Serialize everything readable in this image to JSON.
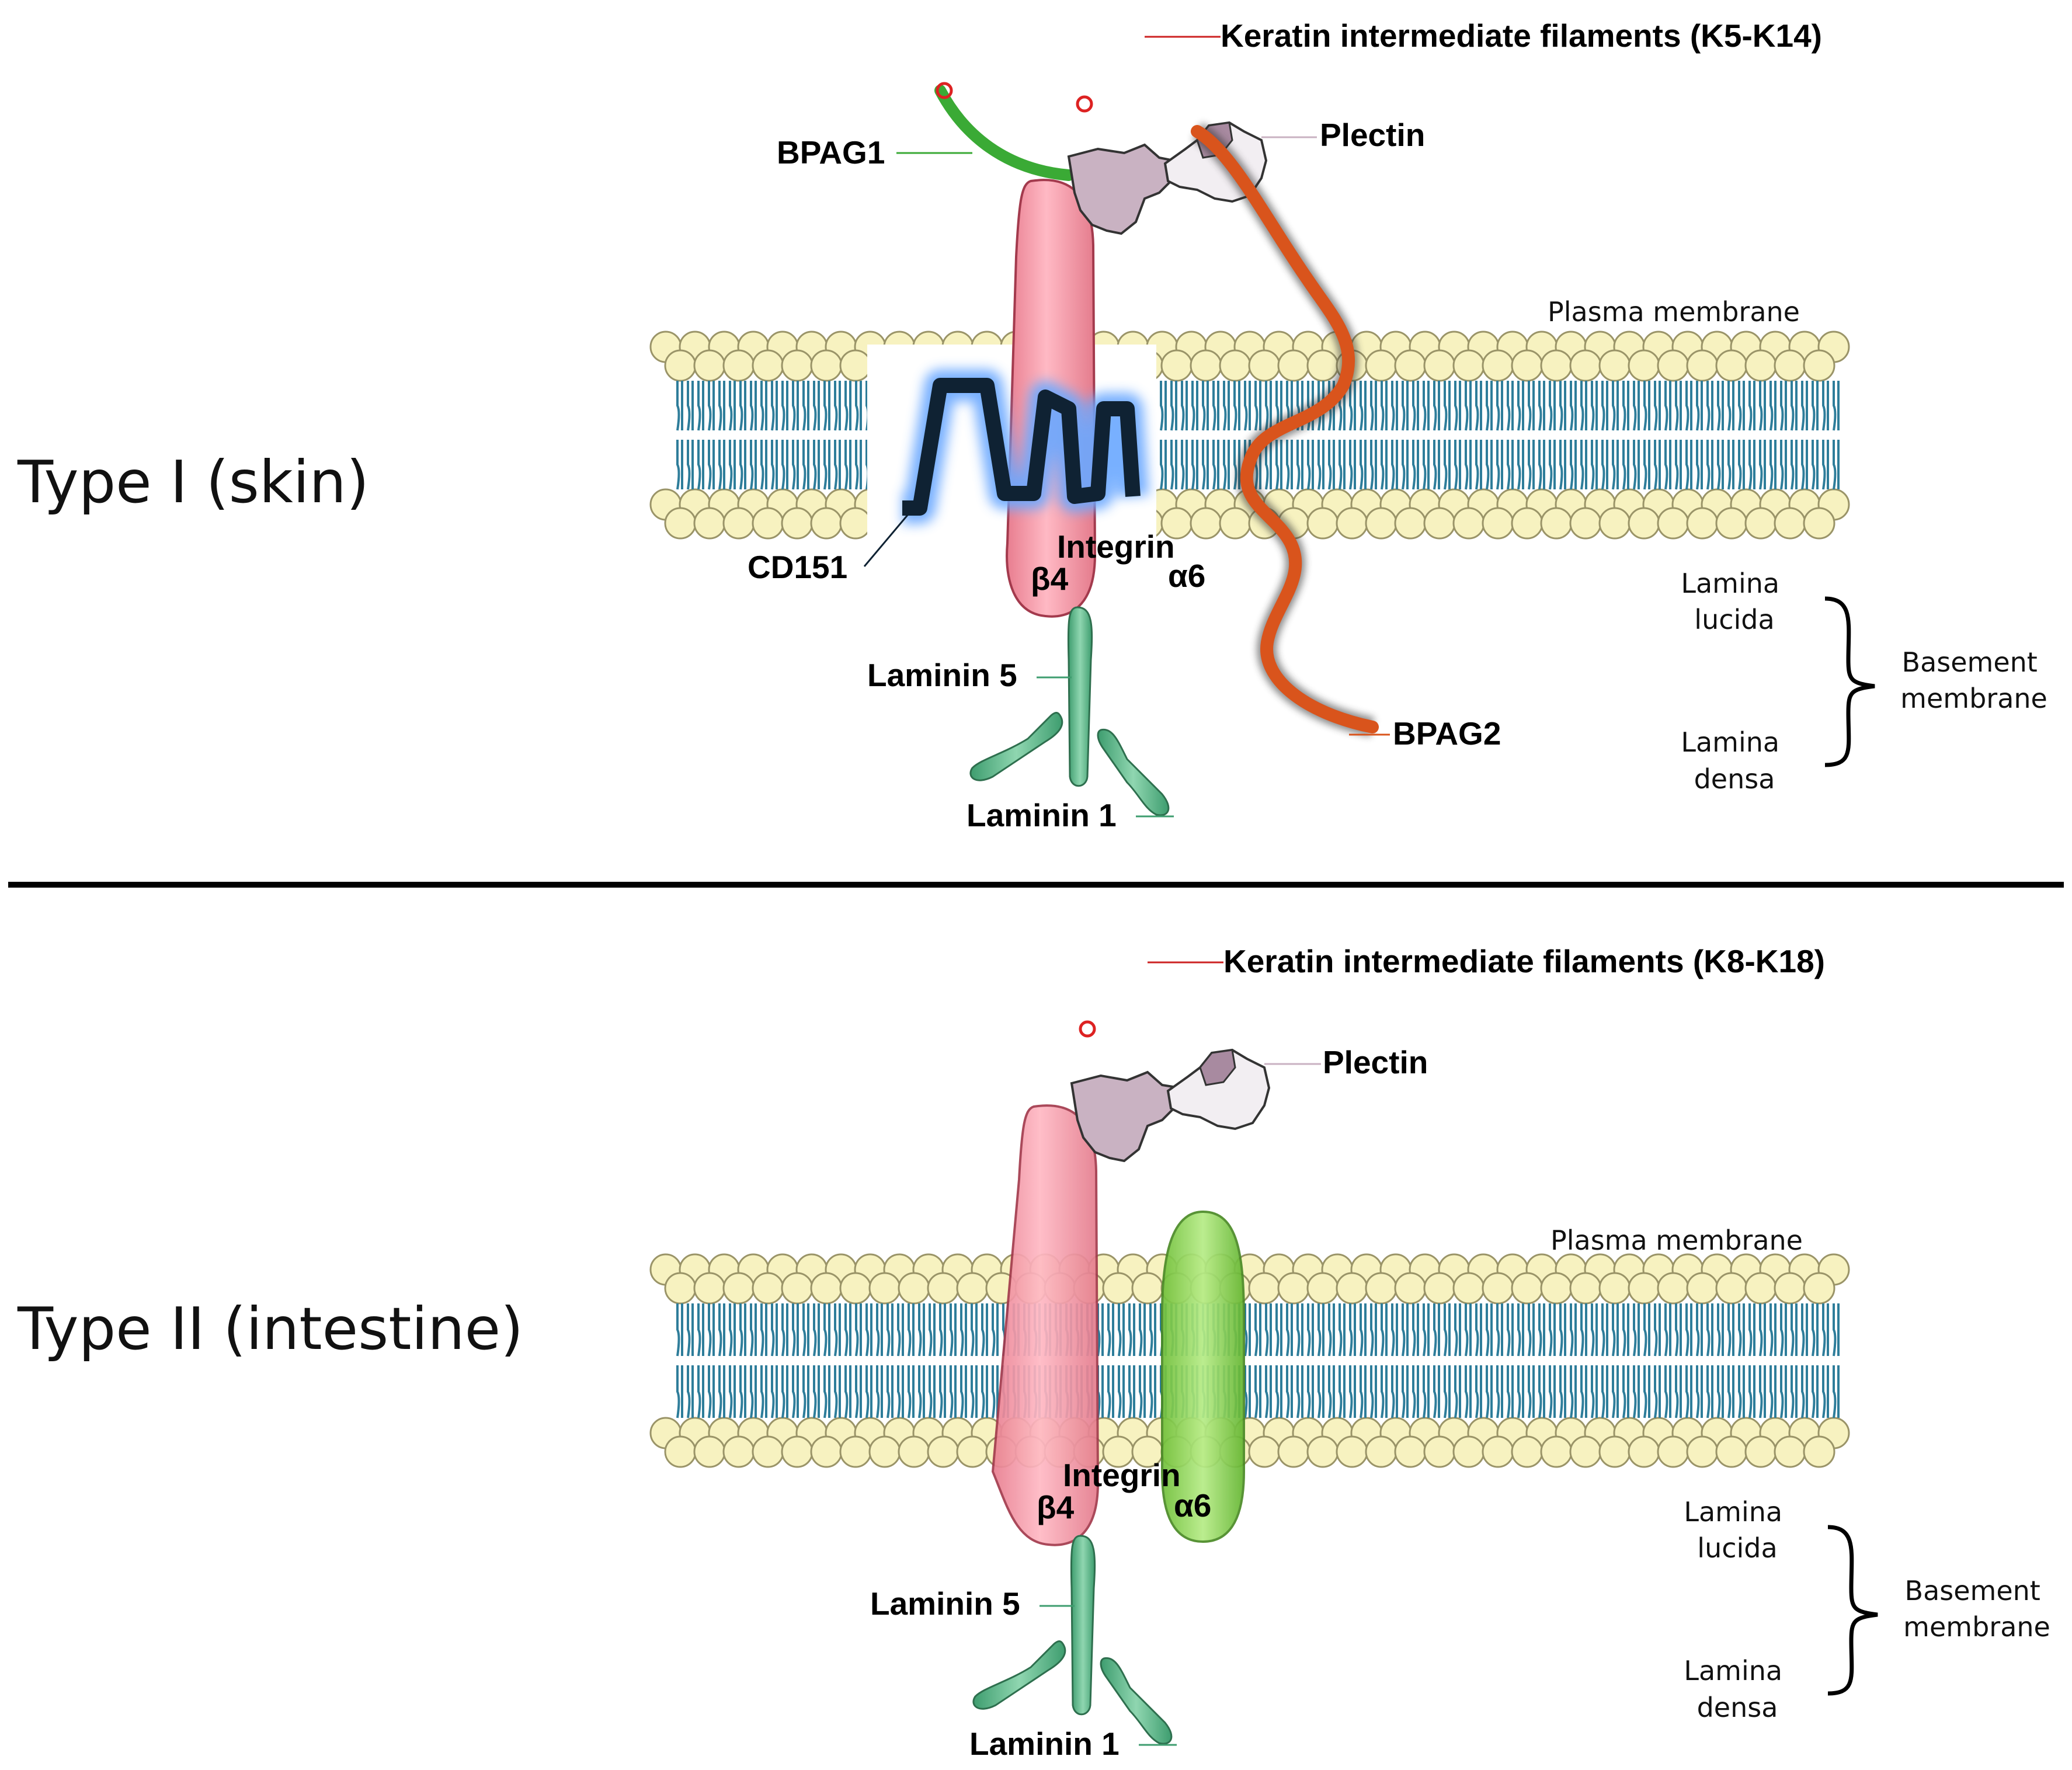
{
  "panels": [
    {
      "id": "type1",
      "title": "Type I (skin)",
      "keratin_label": "Keratin intermediate filaments (K5-K14)",
      "bpag1_label": "BPAG1",
      "plectin_label": "Plectin",
      "plasma_membrane_label": "Plasma membrane",
      "cd151_label": "CD151",
      "integrin_label": "Integrin",
      "beta4_label": "β4",
      "alpha6_label": "α6",
      "laminin5_label": "Laminin 5",
      "laminin1_label": "Laminin 1",
      "bpag2_label": "BPAG2",
      "lamina_lucida_label": [
        "Lamina",
        "lucida"
      ],
      "lamina_densa_label": [
        "Lamina",
        "densa"
      ],
      "basement_membrane_label": [
        "Basement",
        "membrane"
      ]
    },
    {
      "id": "type2",
      "title": "Type II (intestine)",
      "keratin_label": "Keratin intermediate filaments (K8-K18)",
      "plectin_label": "Plectin",
      "plasma_membrane_label": "Plasma membrane",
      "integrin_label": "Integrin",
      "beta4_label": "β4",
      "alpha6_label": "α6",
      "laminin5_label": "Laminin 5",
      "laminin1_label": "Laminin 1",
      "lamina_lucida_label": [
        "Lamina",
        "lucida"
      ],
      "lamina_densa_label": [
        "Lamina",
        "densa"
      ],
      "basement_membrane_label": [
        "Basement",
        "membrane"
      ]
    }
  ],
  "colors": {
    "lipid_head": "#f7f2c0",
    "lipid_head_stroke": "#9a9468",
    "lipid_tail": "#2e7d9a",
    "integrin_beta4": "#f59aa8",
    "integrin_alpha6": "#8ed35a",
    "plectin": "#c9b2c2",
    "bpag1": "#3aaa35",
    "bpag2": "#d9541c",
    "cd151": "#0f2233",
    "cd151_glow": "#6aa8ff",
    "laminin": "#5bb58a",
    "keratin_line": "#cc2222"
  }
}
